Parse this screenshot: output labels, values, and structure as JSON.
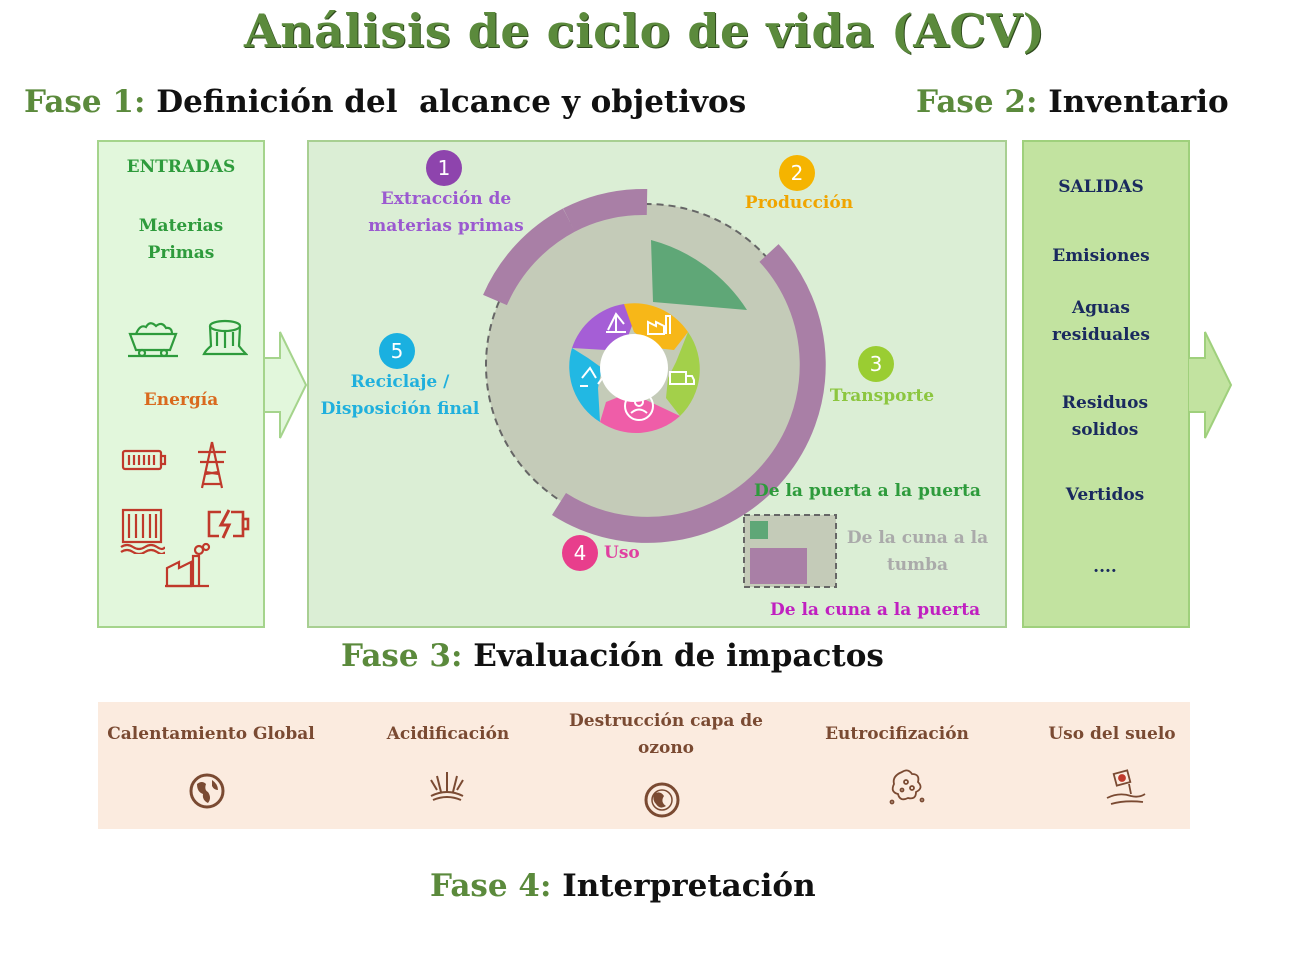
{
  "title": "Análisis de ciclo de vida (ACV)",
  "phases": {
    "p1_label": "Fase 1:",
    "p1_text": "Definición del  alcance y objetivos",
    "p2_label": "Fase 2:",
    "p2_text": "Inventario",
    "p3_label": "Fase 3:",
    "p3_text": "Evaluación de impactos",
    "p4_label": "Fase 4:",
    "p4_text": "Interpretación"
  },
  "inputs": {
    "heading": "ENTRADAS",
    "raw_materials": "Materias Primas",
    "energy": "Energía",
    "icons": [
      "mining-cart-icon",
      "tree-stump-icon",
      "battery-icon",
      "power-tower-icon",
      "dam-icon",
      "charging-battery-icon",
      "factory-icon"
    ]
  },
  "outputs": {
    "heading": "SALIDAS",
    "items": [
      "Emisiones",
      "Aguas residuales",
      "Residuos solidos",
      "Vertidos",
      "...."
    ]
  },
  "cycle": {
    "stages": [
      {
        "num": "1",
        "label": "Extracción de materias primas",
        "color": "#8e44ad",
        "text_color": "#9b59d0"
      },
      {
        "num": "2",
        "label": "Producción",
        "color": "#f5b400",
        "text_color": "#f0a500"
      },
      {
        "num": "3",
        "label": "Transporte",
        "color": "#9acd32",
        "text_color": "#8cc63f"
      },
      {
        "num": "4",
        "label": "Uso",
        "color": "#e83e8c",
        "text_color": "#e040a0"
      },
      {
        "num": "5",
        "label": "Reciclaje / Disposición final",
        "color": "#1ab0e0",
        "text_color": "#20b0dd"
      }
    ],
    "scopes": {
      "gate_to_gate": "De la puerta a la puerta",
      "cradle_to_grave": "De la cuna a la tumba",
      "cradle_to_gate": "De la cuna a la puerta"
    },
    "scope_colors": {
      "gate_to_gate": "#5fa777",
      "cradle_to_grave": "#b0b0a0",
      "cradle_to_gate": "#a97fa6"
    }
  },
  "impacts": [
    {
      "label": "Calentamiento Global",
      "icon": "globe-icon"
    },
    {
      "label": "Acidificación",
      "icon": "acid-splash-icon"
    },
    {
      "label": "Destrucción capa de ozono",
      "icon": "ozone-globe-icon"
    },
    {
      "label": "Eutrocifización",
      "icon": "algae-bloom-icon"
    },
    {
      "label": "Uso del suelo",
      "icon": "land-use-icon"
    }
  ]
}
